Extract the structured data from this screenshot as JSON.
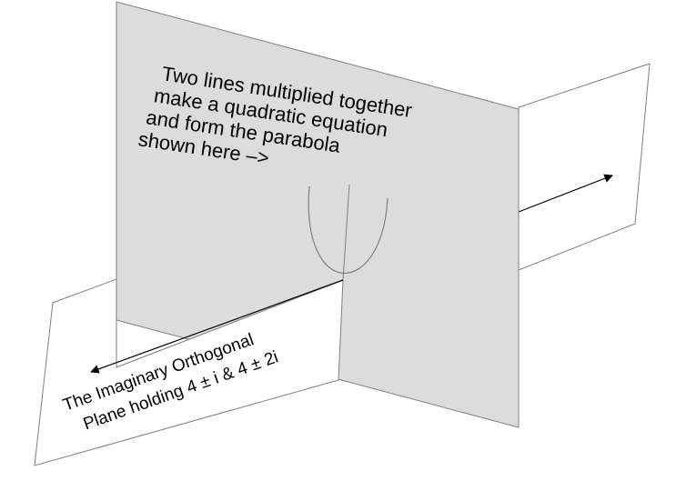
{
  "colors": {
    "vertical_plane_fill": "#dcdcdc",
    "outline": "#808080",
    "arrow": "#000000",
    "background": "#ffffff"
  },
  "vertical_plane_caption": {
    "lines": [
      "Two lines multiplied together",
      "make a quadratic equation",
      "and form the  parabola",
      "shown here –>"
    ]
  },
  "imaginary_plane_caption": {
    "lines": [
      "The Imaginary Orthogonal",
      "Plane holding 4 ± i  & 4 ± 2i"
    ]
  }
}
